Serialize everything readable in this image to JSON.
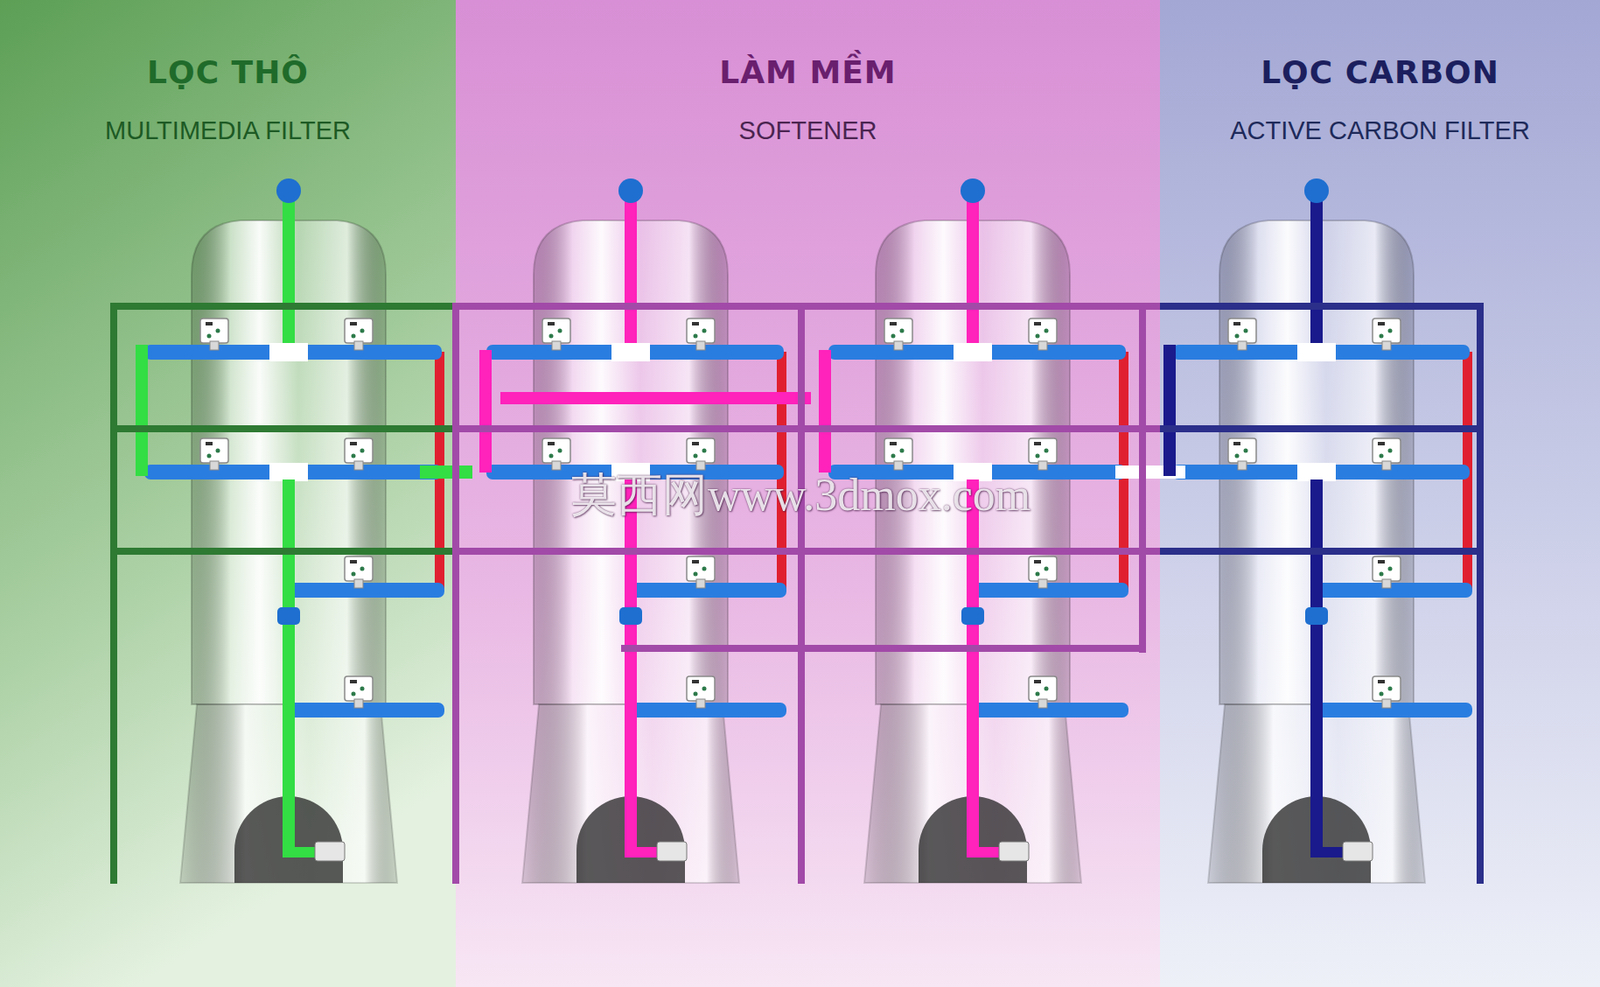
{
  "diagram": {
    "nodes": [
      {
        "text": [
          "LỌC THÔ",
          "MULTIMEDIA FILTER"
        ]
      },
      {
        "text": [
          "LÀM MỀM",
          "SOFTENER"
        ]
      },
      {
        "text": [
          "LỌC CARBON",
          "ACTIVE CARBON FILTER"
        ]
      }
    ],
    "labels": [
      "莫西网www.3dmox.com"
    ]
  }
}
